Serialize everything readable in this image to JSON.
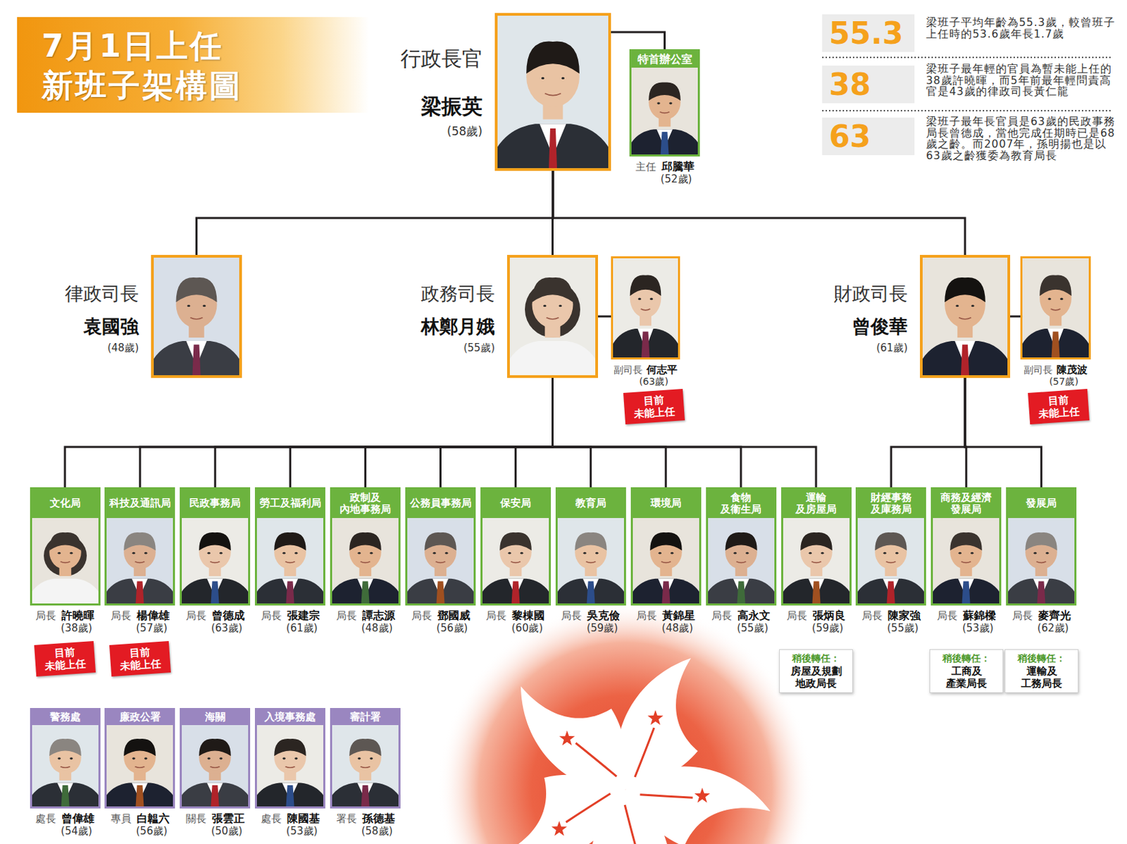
{
  "diagram": {
    "title": "7月1日上任 新班子架構圖",
    "nodes": [
      {
        "text": [
          "行政長官",
          "梁振英",
          "(58歲)"
        ]
      },
      {
        "text": [
          "特首辦公室",
          "主任",
          "邱騰華",
          "(52歲)"
        ]
      },
      {
        "text": [
          "律政司長",
          "袁國強",
          "(48歲)"
        ]
      },
      {
        "text": [
          "政務司長",
          "林鄭月娥",
          "(55歲)"
        ]
      },
      {
        "text": [
          "副司長",
          "何志平",
          "(63歲)"
        ]
      },
      {
        "text": [
          "財政司長",
          "曾俊華",
          "(61歲)"
        ]
      },
      {
        "text": [
          "副司長",
          "陳茂波",
          "(57歲)"
        ]
      },
      {
        "text": [
          "目前 未能上任"
        ]
      },
      {
        "text": [
          "目前 未能上任"
        ]
      },
      {
        "text": [
          "文化局",
          "局長",
          "許曉暉",
          "(38歲)"
        ]
      },
      {
        "text": [
          "科技及通訊局",
          "局長",
          "楊偉雄",
          "(57歲)"
        ]
      },
      {
        "text": [
          "民政事務局",
          "局長",
          "曾德成",
          "(63歲)"
        ]
      },
      {
        "text": [
          "勞工及福利局",
          "局長",
          "張建宗",
          "(61歲)"
        ]
      },
      {
        "text": [
          "政制及 內地事務局",
          "局長",
          "譚志源",
          "(48歲)"
        ]
      },
      {
        "text": [
          "公務員事務局",
          "局長",
          "鄧國威",
          "(56歲)"
        ]
      },
      {
        "text": [
          "保安局",
          "局長",
          "黎棟國",
          "(60歲)"
        ]
      },
      {
        "text": [
          "教育局",
          "局長",
          "吳克儉",
          "(59歲)"
        ]
      },
      {
        "text": [
          "環境局",
          "局長",
          "黃錦星",
          "(48歲)"
        ]
      },
      {
        "text": [
          "食物 及衞生局",
          "局長",
          "高永文",
          "(55歲)"
        ]
      },
      {
        "text": [
          "運輸 及房屋局",
          "局長",
          "張炳良",
          "(59歲)"
        ]
      },
      {
        "text": [
          "財經事務 及庫務局",
          "局長",
          "陳家強",
          "(55歲)"
        ]
      },
      {
        "text": [
          "商務及經濟 發展局",
          "局長",
          "蘇錦樑",
          "(53歲)"
        ]
      },
      {
        "text": [
          "發展局",
          "局長",
          "麥齊光",
          "(62歲)"
        ]
      },
      {
        "text": [
          "目前 未能上任"
        ]
      },
      {
        "text": [
          "目前 未能上任"
        ]
      },
      {
        "text": [
          "稍後轉任：",
          "房屋及規劃 地政局長"
        ]
      },
      {
        "text": [
          "稍後轉任：",
          "工商及 產業局長"
        ]
      },
      {
        "text": [
          "稍後轉任：",
          "運輸及 工務局長"
        ]
      },
      {
        "text": [
          "警務處",
          "處長",
          "曾偉雄",
          "(54歲)"
        ]
      },
      {
        "text": [
          "廉政公署",
          "專員",
          "白韞六",
          "(56歲)"
        ]
      },
      {
        "text": [
          "海關",
          "關長",
          "張雲正",
          "(50歲)"
        ]
      },
      {
        "text": [
          "入境事務處",
          "處長",
          "陳國基",
          "(53歲)"
        ]
      },
      {
        "text": [
          "審計署",
          "署長",
          "孫德基",
          "(58歲)"
        ]
      }
    ],
    "edges": [
      {
        "from": 0,
        "to": 1,
        "arrow": "none"
      },
      {
        "from": 0,
        "to": 2,
        "arrow": "none"
      },
      {
        "from": 0,
        "to": 3,
        "arrow": "none"
      },
      {
        "from": 0,
        "to": 5,
        "arrow": "none"
      },
      {
        "from": 3,
        "to": 4,
        "arrow": "none"
      },
      {
        "from": 5,
        "to": 6,
        "arrow": "none"
      },
      {
        "from": 3,
        "to": 9,
        "arrow": "none"
      },
      {
        "from": 3,
        "to": 10,
        "arrow": "none"
      },
      {
        "from": 3,
        "to": 11,
        "arrow": "none"
      },
      {
        "from": 3,
        "to": 12,
        "arrow": "none"
      },
      {
        "from": 3,
        "to": 13,
        "arrow": "none"
      },
      {
        "from": 3,
        "to": 14,
        "arrow": "none"
      },
      {
        "from": 3,
        "to": 15,
        "arrow": "none"
      },
      {
        "from": 3,
        "to": 16,
        "arrow": "none"
      },
      {
        "from": 3,
        "to": 17,
        "arrow": "none"
      },
      {
        "from": 3,
        "to": 18,
        "arrow": "none"
      },
      {
        "from": 3,
        "to": 19,
        "arrow": "none"
      },
      {
        "from": 5,
        "to": 20,
        "arrow": "none"
      },
      {
        "from": 5,
        "to": 21,
        "arrow": "none"
      },
      {
        "from": 5,
        "to": 22,
        "arrow": "none"
      }
    ],
    "labels": [
      "55.3",
      "梁班子平均年齡為55.3歲，較曾班子上任時的53.6歲年長1.7歲",
      "38",
      "梁班子最年輕的官員為暫未能上任的38歲許曉暉，而5年前最年輕問責高官是43歲的律政司長黃仁龍",
      "63",
      "梁班子最年長官員是63歲的民政事務局長曾德成，當他完成任期時已是68歲之齡。而2007年，孫明揚也是以63歲之齡獲委為教育局長"
    ]
  }
}
